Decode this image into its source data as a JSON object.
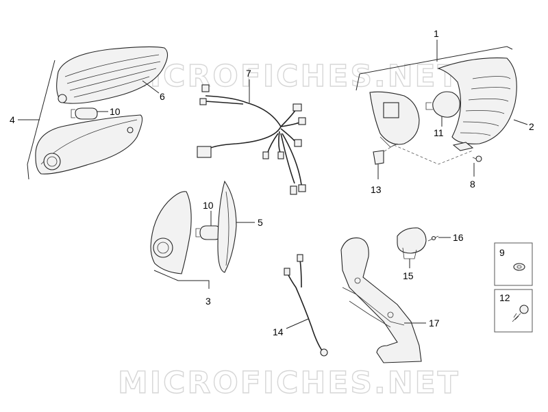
{
  "watermark": {
    "top": "MICROFICHES.NET",
    "bottom": "MICROFICHES.NET"
  },
  "callouts": {
    "p1": "1",
    "p2": "2",
    "p3": "3",
    "p4": "4",
    "p5": "5",
    "p6": "6",
    "p7": "7",
    "p8": "8",
    "p9": "9",
    "p10a": "10",
    "p10b": "10",
    "p11": "11",
    "p12": "12",
    "p13": "13",
    "p14": "14",
    "p15": "15",
    "p16": "16",
    "p17": "17"
  }
}
